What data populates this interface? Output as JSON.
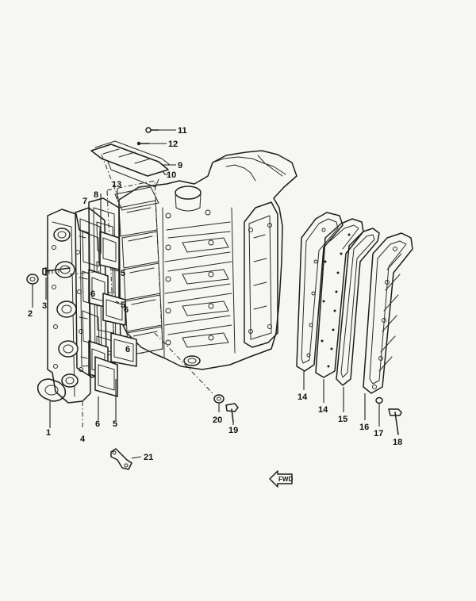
{
  "parts": [
    {
      "id": "1",
      "label": "1"
    },
    {
      "id": "2",
      "label": "2"
    },
    {
      "id": "3",
      "label": "3"
    },
    {
      "id": "4",
      "label": "4"
    },
    {
      "id": "5a",
      "label": "5"
    },
    {
      "id": "5b",
      "label": "5"
    },
    {
      "id": "5c",
      "label": "5"
    },
    {
      "id": "6a",
      "label": "6"
    },
    {
      "id": "6b",
      "label": "6"
    },
    {
      "id": "6c",
      "label": "6"
    },
    {
      "id": "6d",
      "label": "6"
    },
    {
      "id": "7",
      "label": "7"
    },
    {
      "id": "8",
      "label": "8"
    },
    {
      "id": "9",
      "label": "9"
    },
    {
      "id": "10",
      "label": "10"
    },
    {
      "id": "11",
      "label": "11"
    },
    {
      "id": "12",
      "label": "12"
    },
    {
      "id": "13",
      "label": "13"
    },
    {
      "id": "14a",
      "label": "14"
    },
    {
      "id": "14b",
      "label": "14"
    },
    {
      "id": "15",
      "label": "15"
    },
    {
      "id": "16",
      "label": "16"
    },
    {
      "id": "17",
      "label": "17"
    },
    {
      "id": "18",
      "label": "18"
    },
    {
      "id": "19",
      "label": "19"
    },
    {
      "id": "20",
      "label": "20"
    },
    {
      "id": "21",
      "label": "21"
    }
  ],
  "fwd_label": "FWD"
}
